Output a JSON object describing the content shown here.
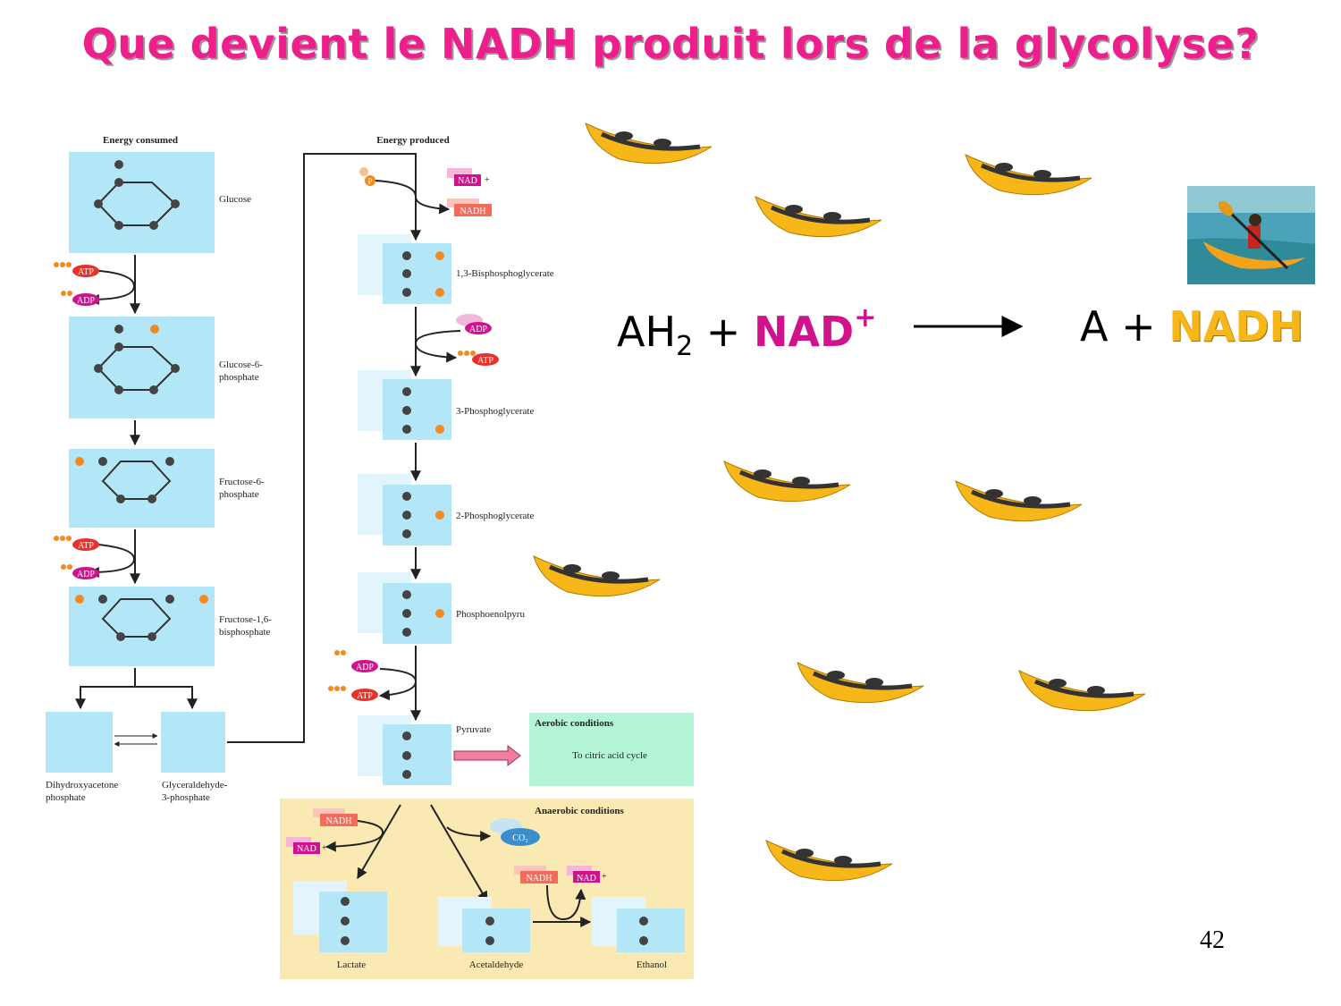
{
  "slide": {
    "title": "Que devient le NADH produit lors de la glycolyse?",
    "page_number": "42"
  },
  "equation": {
    "left_reactant": "AH",
    "left_subscript": "2",
    "plus1": "+",
    "oxidized_cofactor": "NAD",
    "oxidized_charge": "+",
    "product": "A",
    "plus2": "+",
    "reduced_cofactor": "NADH"
  },
  "glycolysis": {
    "energy_consumed": "Energy consumed",
    "energy_produced": "Energy produced",
    "left_metabolites": [
      "Glucose",
      "Glucose-6-",
      "phosphate",
      "Fructose-6-",
      "phosphate",
      "Fructose-1,6-",
      "bisphosphate"
    ],
    "triose_left_1": "Dihydroxyacetone",
    "triose_left_2": "phosphate",
    "triose_right_1": "Glyceraldehyde-",
    "triose_right_2": "3-phosphate",
    "right_metabolites": [
      "1,3-Bisphosphoglycerate",
      "3-Phosphoglycerate",
      "2-Phosphoglycerate",
      "Phosphoenolpyru",
      "Pyruvate"
    ],
    "atp": "ATP",
    "adp": "ADP",
    "nad": "NAD",
    "nadh": "NADH",
    "pi": "P",
    "co2": "CO₂",
    "aerobic_title": "Aerobic conditions",
    "aerobic_text": "To citric acid cycle",
    "anaerobic_title": "Anaerobic conditions",
    "anaerobic_products": [
      "Lactate",
      "Acetaldehyde",
      "Ethanol"
    ]
  },
  "colors": {
    "title": "#ee1e8c",
    "box": "#b3e6f7",
    "aerobic_box": "#b3f5d6",
    "anaerobic_box": "#fbe9b4",
    "atp": "#e8312a",
    "adp": "#d0128d",
    "nadh": "#f26b5b",
    "kayak": "#f7b718"
  }
}
